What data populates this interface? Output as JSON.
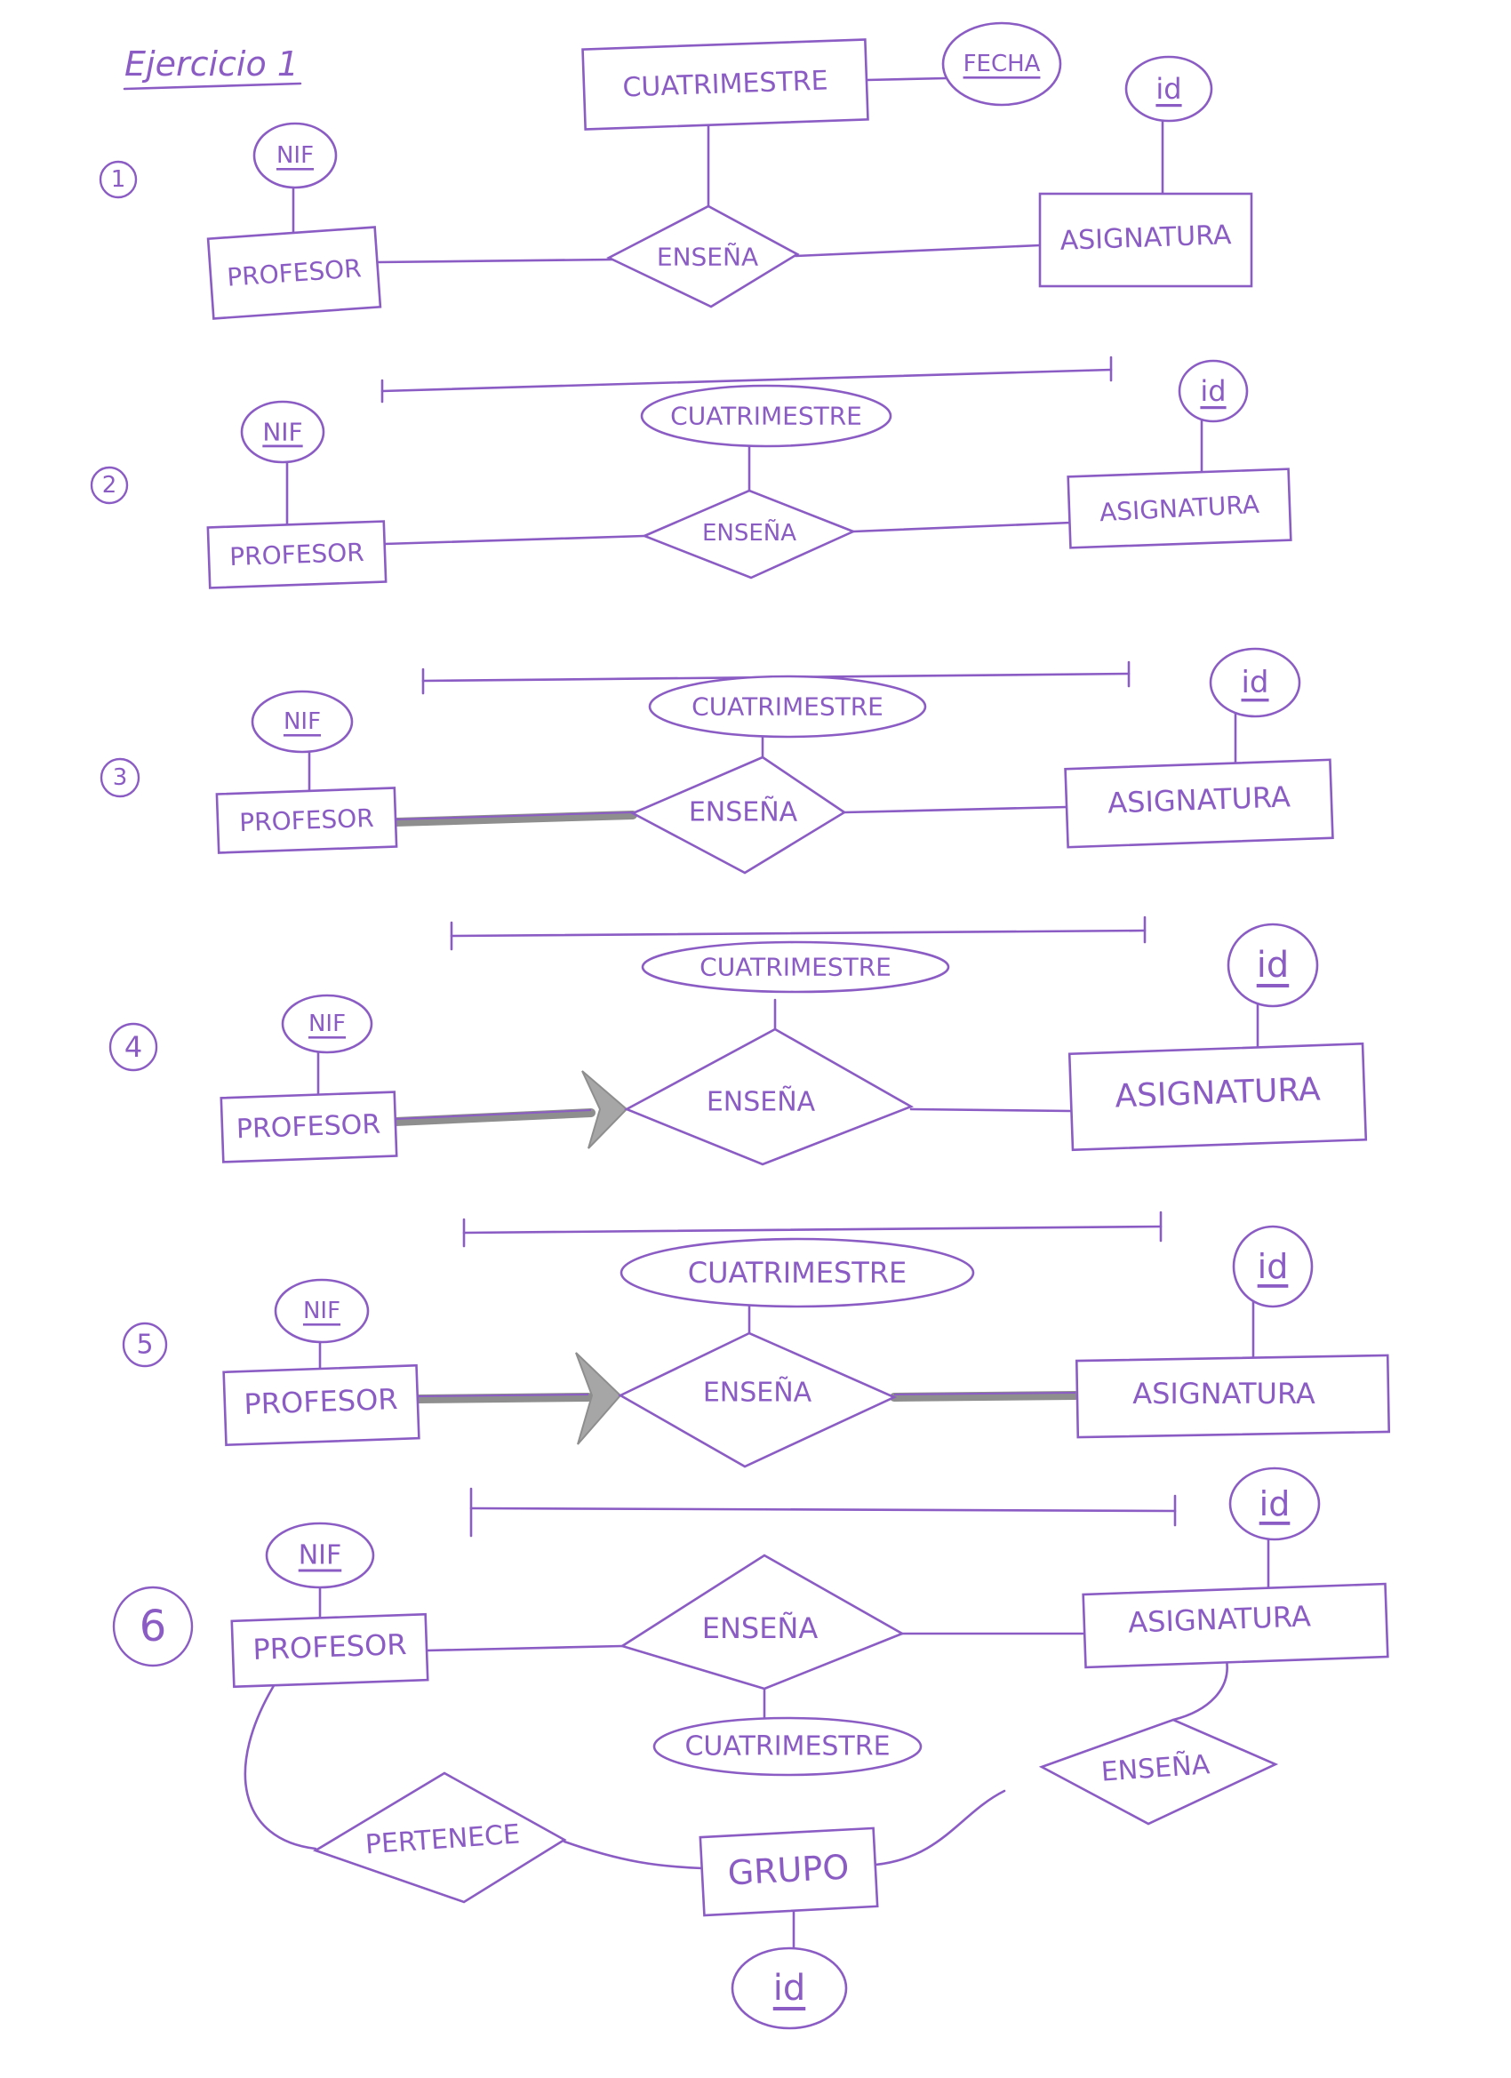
{
  "page": {
    "title": "Ejercicio 1"
  },
  "colors": {
    "ink": "#8a5cc4",
    "heavy_line": "#8e8e8e",
    "paper": "#ffffff"
  },
  "diagrams": [
    {
      "number": "1",
      "entity_left": "PROFESOR",
      "attr_left": "NIF",
      "relationship": "ENSEÑA",
      "entity_right": "ASIGNATURA",
      "attr_right": "id",
      "top_entity": "CUATRIMESTRE",
      "top_entity_attr": "FECHA"
    },
    {
      "number": "2",
      "entity_left": "PROFESOR",
      "attr_left": "NIF",
      "relationship": "ENSEÑA",
      "relationship_attr": "CUATRIMESTRE",
      "entity_right": "ASIGNATURA",
      "attr_right": "id"
    },
    {
      "number": "3",
      "entity_left": "PROFESOR",
      "attr_left": "NIF",
      "relationship": "ENSEÑA",
      "relationship_attr": "CUATRIMESTRE",
      "entity_right": "ASIGNATURA",
      "attr_right": "id"
    },
    {
      "number": "4",
      "entity_left": "PROFESOR",
      "attr_left": "NIF",
      "relationship": "ENSEÑA",
      "relationship_attr": "CUATRIMESTRE",
      "entity_right": "ASIGNATURA",
      "attr_right": "id"
    },
    {
      "number": "5",
      "entity_left": "PROFESOR",
      "attr_left": "NIF",
      "relationship": "ENSEÑA",
      "relationship_attr": "CUATRIMESTRE",
      "entity_right": "ASIGNATURA",
      "attr_right": "id"
    },
    {
      "number": "6",
      "entity_left": "PROFESOR",
      "attr_left": "NIF",
      "relationship": "ENSEÑA",
      "relationship_attr": "CUATRIMESTRE",
      "entity_right": "ASIGNATURA",
      "attr_right": "id",
      "relationship_2": "ENSEÑA",
      "relationship_3": "PERTENECE",
      "entity_bottom": "GRUPO",
      "attr_bottom": "id"
    }
  ]
}
